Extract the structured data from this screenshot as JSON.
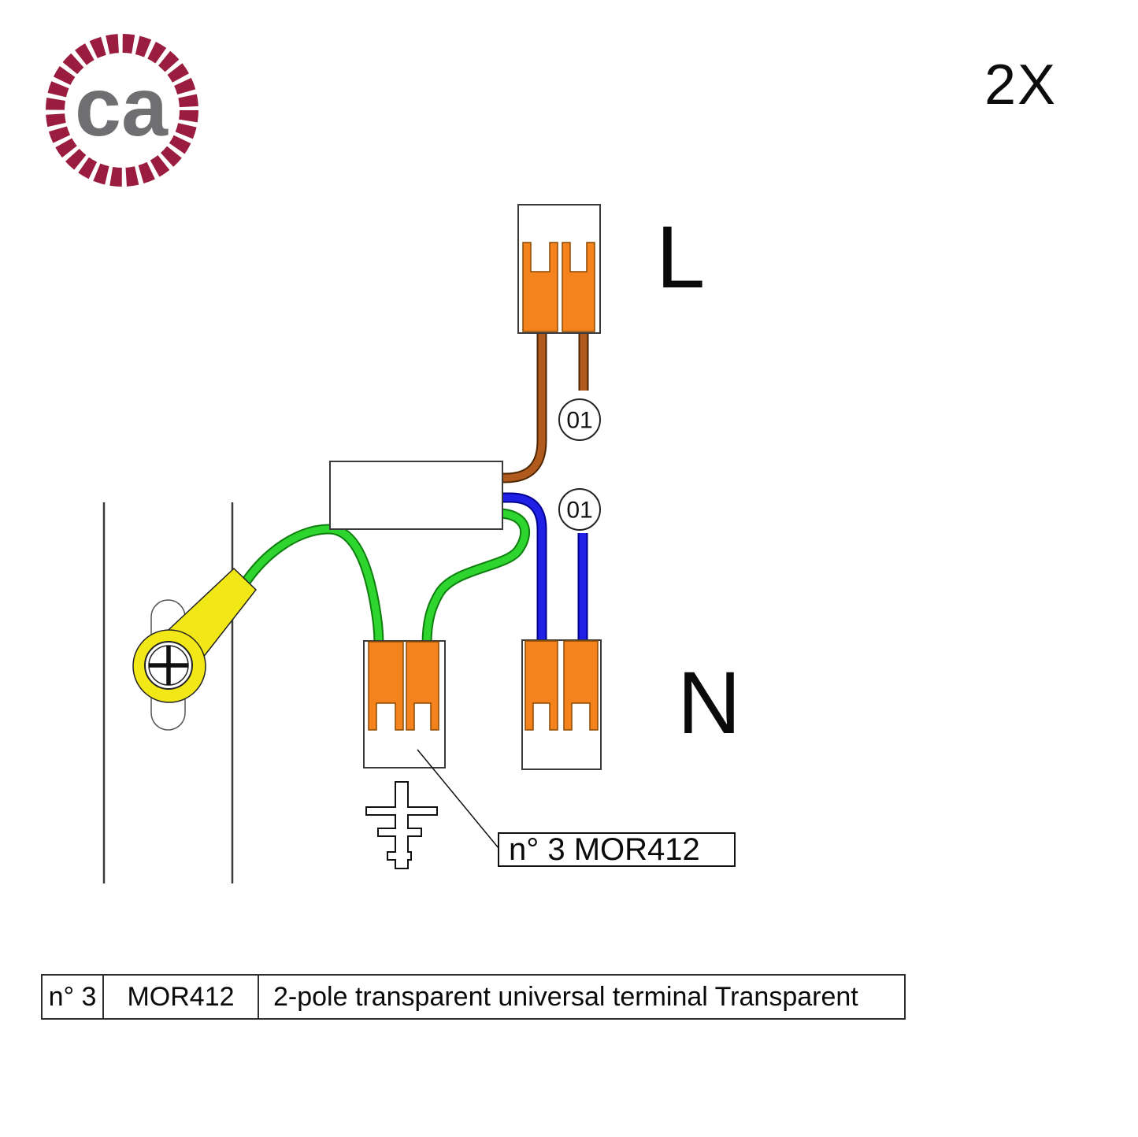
{
  "brand": {
    "logo_text": "ca"
  },
  "header": {
    "quantity": "2X"
  },
  "diagram": {
    "live_label": "L",
    "neutral_label": "N",
    "cable_tags": {
      "first": "01",
      "second": "01"
    },
    "callout": "n° 3 MOR412"
  },
  "parts_table": {
    "row": {
      "quantity": "n° 3",
      "code": "MOR412",
      "description": "2-pole transparent universal terminal Transparent"
    }
  },
  "colors": {
    "brand_maroon": "#9A1C3E",
    "logo_gray": "#6F6F71",
    "clamp_orange": "#F5831D",
    "wire_brown": "#B05A1E",
    "wire_blue": "#1F1FE6",
    "wire_green": "#2FD52F",
    "earth_yellow": "#F2E818"
  }
}
